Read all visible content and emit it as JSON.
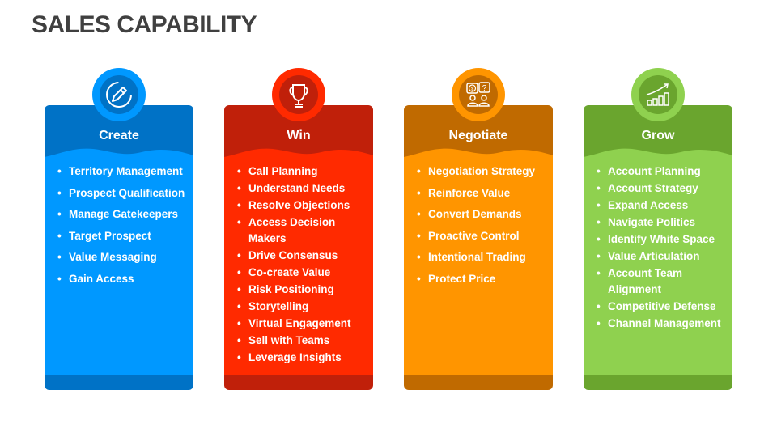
{
  "title": "SALES CAPABILITY",
  "cards": [
    {
      "label": "Create",
      "icon": "pencil-icon",
      "colors": {
        "dark": "#0072C6",
        "light": "#0098FF"
      },
      "items": [
        "Territory Management",
        "Prospect Qualification",
        "Manage Gatekeepers",
        "Target Prospect",
        "Value Messaging",
        "Gain Access"
      ]
    },
    {
      "label": "Win",
      "icon": "trophy-icon",
      "colors": {
        "dark": "#C0200A",
        "light": "#FF2A00"
      },
      "items": [
        "Call Planning",
        "Understand Needs",
        "Resolve Objections",
        "Access Decision Makers",
        "Drive Consensus",
        "Co-create Value",
        "Risk Positioning",
        "Storytelling",
        "Virtual Engagement",
        "Sell with Teams",
        "Leverage Insights"
      ]
    },
    {
      "label": "Negotiate",
      "icon": "negotiation-icon",
      "colors": {
        "dark": "#C06A00",
        "light": "#FF9500"
      },
      "items": [
        "Negotiation Strategy",
        "Reinforce Value",
        "Convert Demands",
        "Proactive Control",
        "Intentional Trading",
        "Protect Price"
      ]
    },
    {
      "label": "Grow",
      "icon": "growth-chart-icon",
      "colors": {
        "dark": "#6AA52E",
        "light": "#8FD14F"
      },
      "items": [
        "Account Planning",
        "Account Strategy",
        "Expand Access",
        "Navigate Politics",
        "Identify White Space",
        "Value Articulation",
        "Account Team Alignment",
        "Competitive Defense",
        "Channel Management"
      ]
    }
  ]
}
